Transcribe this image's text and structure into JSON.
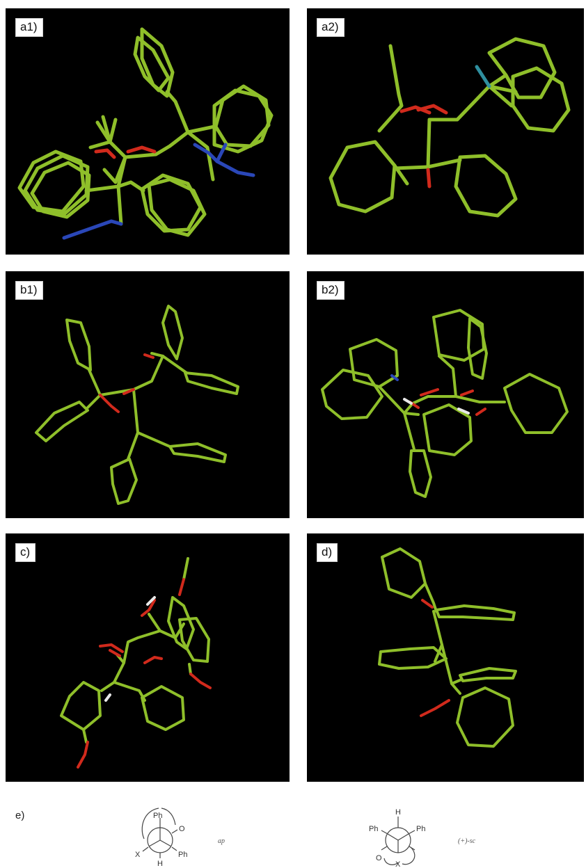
{
  "panels": [
    {
      "id": "a1",
      "label": "a1)"
    },
    {
      "id": "a2",
      "label": "a2)"
    },
    {
      "id": "b1",
      "label": "b1)"
    },
    {
      "id": "b2",
      "label": "b2)"
    },
    {
      "id": "c",
      "label": "c)"
    },
    {
      "id": "d",
      "label": "d)"
    }
  ],
  "newman": {
    "label": "e)",
    "left": {
      "top_group": "Ph",
      "right_upper": "O",
      "right_lower": "Ph",
      "left_lower": "X",
      "bottom": "H",
      "descriptor": "ap"
    },
    "right": {
      "top": "H",
      "left_upper": "Ph",
      "right_upper": "Ph",
      "left_lower": "O",
      "bottom": "X",
      "descriptor": "(+)-sc"
    }
  },
  "colors": {
    "carbon": "#8fbf2a",
    "oxygen": "#d12a1c",
    "nitrogen": "#2a47b8",
    "fluorine": "#2f8f9f",
    "hydrogen": "#e8e8e8",
    "background": "#000000"
  }
}
